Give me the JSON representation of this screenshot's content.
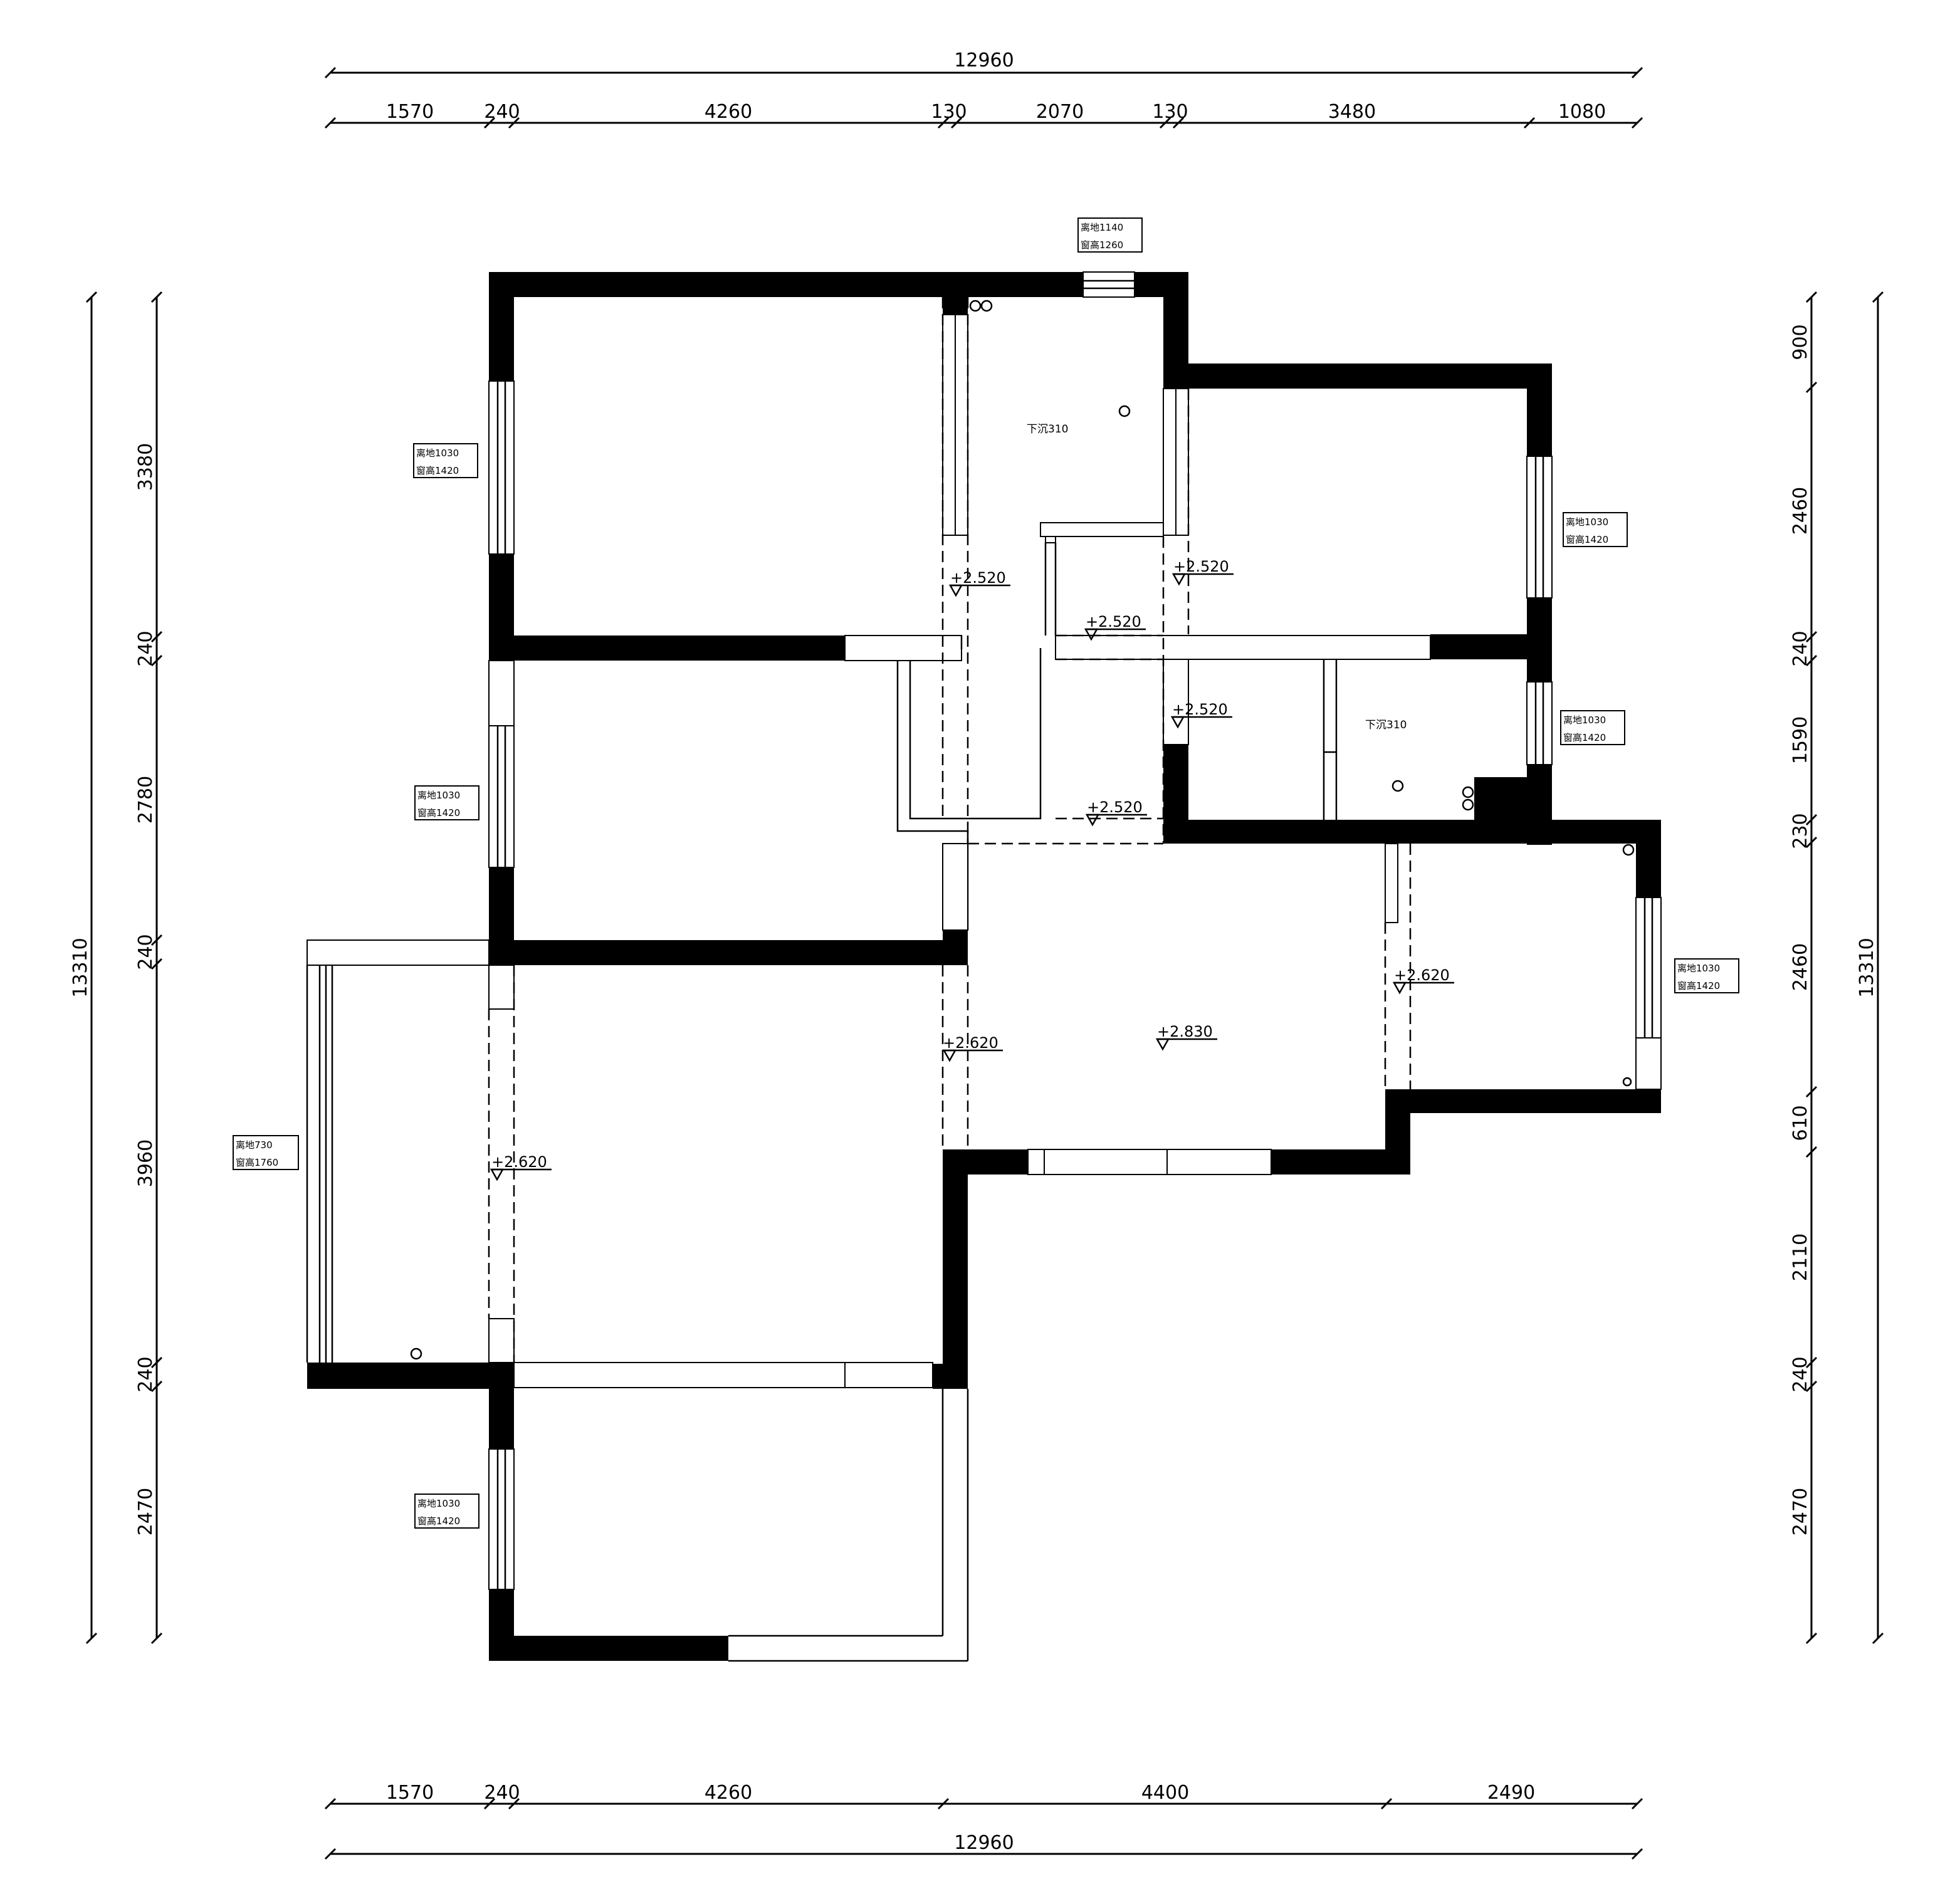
{
  "plan": {
    "dimensions_top": {
      "overall": "12960",
      "segments": [
        "1570",
        "240",
        "4260",
        "130",
        "2070",
        "130",
        "3480",
        "1080"
      ]
    },
    "dimensions_bottom": {
      "overall": "12960",
      "segments": [
        "1570",
        "240",
        "4260",
        "4400",
        "2490"
      ]
    },
    "dimensions_left": {
      "overall": "13310",
      "segments": [
        "3380",
        "240",
        "2780",
        "240",
        "3960",
        "240",
        "2470"
      ]
    },
    "dimensions_right": {
      "overall": "13310",
      "segments": [
        "900",
        "2460",
        "240",
        "1590",
        "230",
        "2460",
        "610",
        "2110",
        "240",
        "2470"
      ]
    },
    "window_notes": [
      {
        "line1": "离地1140",
        "line2": "窗高1260"
      },
      {
        "line1": "离地1030",
        "line2": "窗高1420"
      },
      {
        "line1": "离地1030",
        "line2": "窗高1420"
      },
      {
        "line1": "离地730",
        "line2": "窗高1760"
      },
      {
        "line1": "离地1030",
        "line2": "窗高1420"
      },
      {
        "line1": "离地1030",
        "line2": "窗高1420"
      },
      {
        "line1": "离地1030",
        "line2": "窗高1420"
      },
      {
        "line1": "离地1030",
        "line2": "窗高1420"
      }
    ],
    "room_notes": [
      "下沉310",
      "下沉310"
    ],
    "levels": [
      "+2.520",
      "+2.520",
      "+2.520",
      "+2.520",
      "+2.520",
      "+2.620",
      "+2.830",
      "+2.620",
      "+2.620"
    ]
  }
}
